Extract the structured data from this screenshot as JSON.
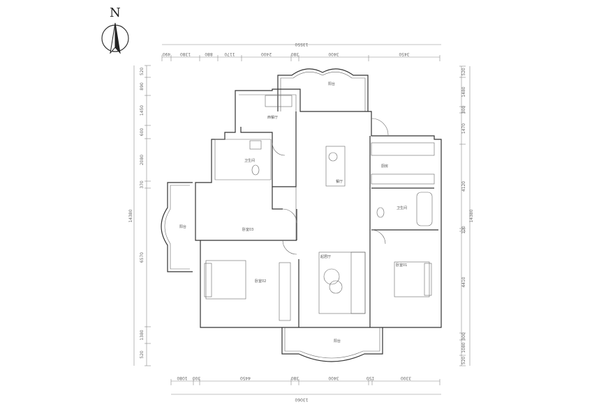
{
  "compass": {
    "north_label": "N",
    "icon": "north-arrow-icon"
  },
  "dimensions": {
    "top_total": "13550",
    "top_segments": [
      "490",
      "1380",
      "880",
      "1170",
      "2400",
      "380",
      "3400",
      "3450"
    ],
    "bottom_total": "13060",
    "bottom_segments": [
      "1080",
      "300",
      "4450",
      "380",
      "3400",
      "150",
      "3300"
    ],
    "left_total": "14380",
    "left_segments": [
      "520",
      "890",
      "1450",
      "600",
      "2080",
      "370",
      "6570",
      "1380",
      "520"
    ],
    "right_total": "14380",
    "right_segments": [
      "520",
      "1480",
      "300",
      "1470",
      "4120",
      "120",
      "4410",
      "300",
      "1080",
      "520"
    ]
  },
  "rooms": {
    "top_balcony": "阳台",
    "kitchen_west": "西餐厅",
    "bath_left": "卫生间",
    "dining": "餐厅",
    "kitchen": "厨房",
    "bath_right": "卫生间",
    "left_balcony": "阳台",
    "bedroom_3": "卧室03",
    "bedroom_2": "卧室02",
    "living": "起居厅",
    "bedroom_1": "卧室01",
    "bottom_balcony": "阳台"
  },
  "colors": {
    "line": "#333333",
    "dimension": "#888888"
  }
}
